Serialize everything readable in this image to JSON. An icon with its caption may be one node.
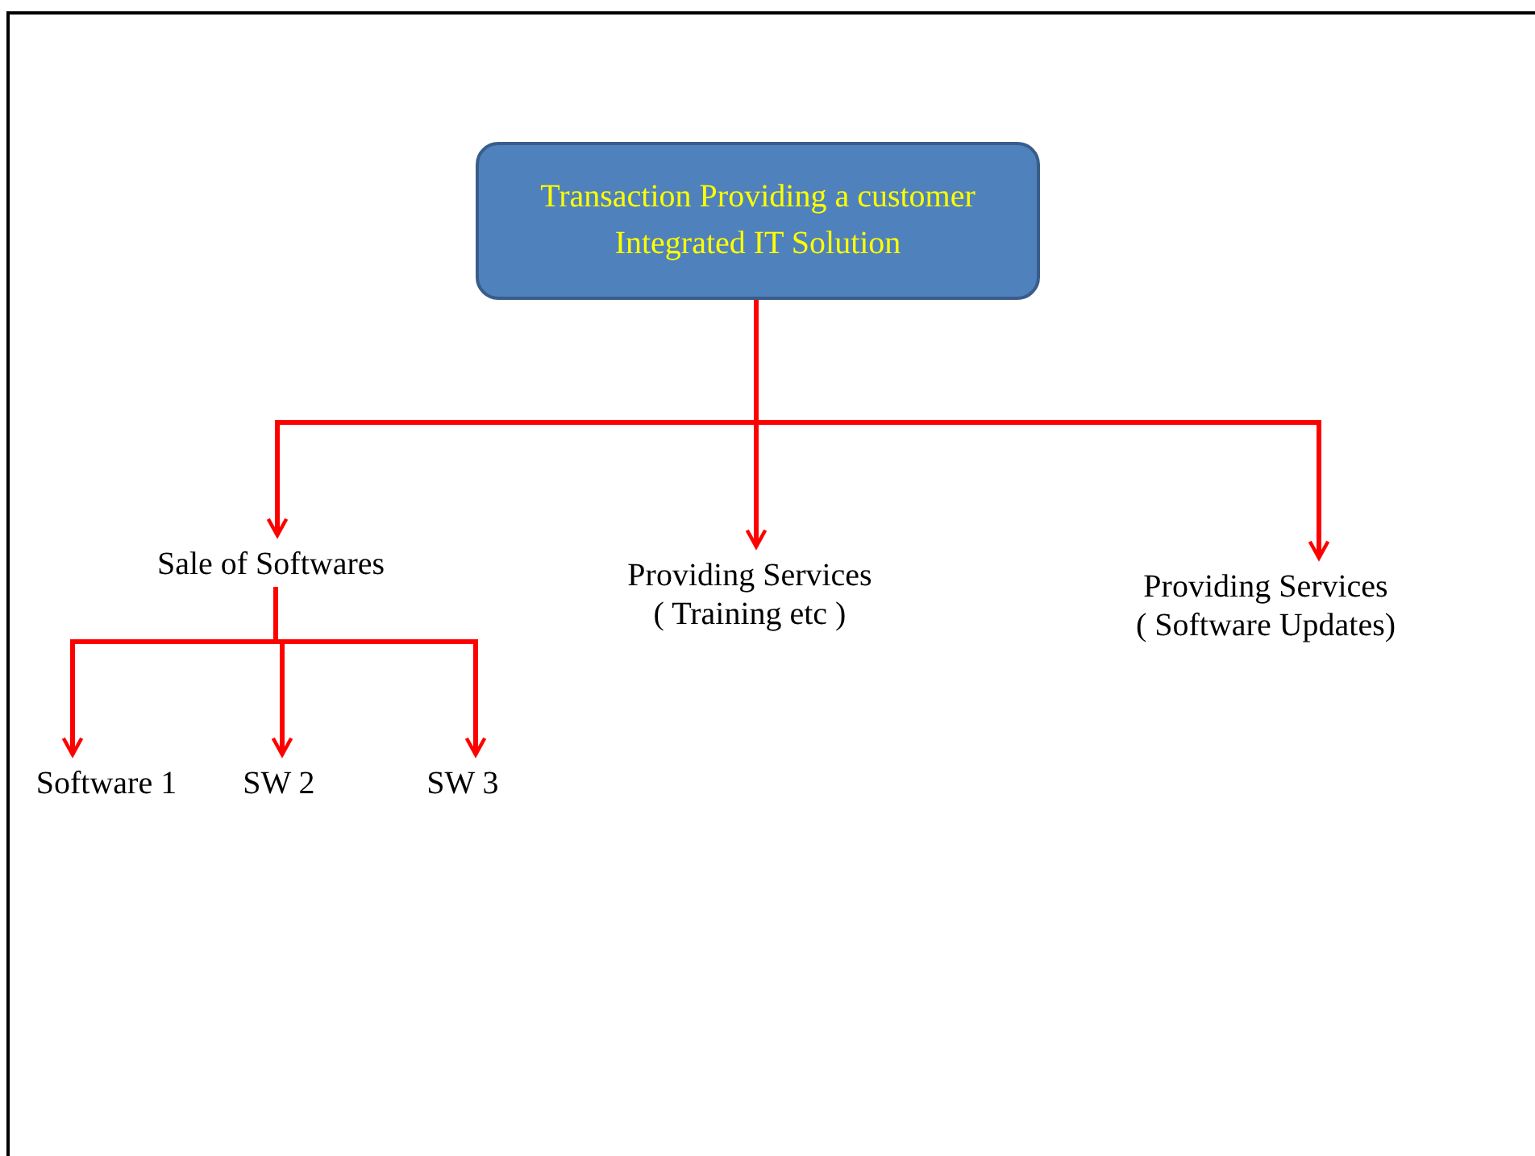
{
  "diagram": {
    "nodes": [
      {
        "text": [
          "Transaction Providing a customer Integrated IT Solution"
        ]
      },
      {
        "text": [
          "Sale of Softwares"
        ]
      },
      {
        "text": [
          "Providing Services",
          "( Training etc )"
        ]
      },
      {
        "text": [
          "Providing Services",
          "( Software Updates)"
        ]
      },
      {
        "text": [
          "Software 1"
        ]
      },
      {
        "text": [
          "SW 2"
        ]
      },
      {
        "text": [
          "SW 3"
        ]
      }
    ],
    "edges": [
      {
        "from": 0,
        "to": 1,
        "arrow": "to"
      },
      {
        "from": 0,
        "to": 2,
        "arrow": "to"
      },
      {
        "from": 0,
        "to": 3,
        "arrow": "to"
      },
      {
        "from": 1,
        "to": 4,
        "arrow": "to"
      },
      {
        "from": 1,
        "to": 5,
        "arrow": "to"
      },
      {
        "from": 1,
        "to": 6,
        "arrow": "to"
      }
    ]
  }
}
